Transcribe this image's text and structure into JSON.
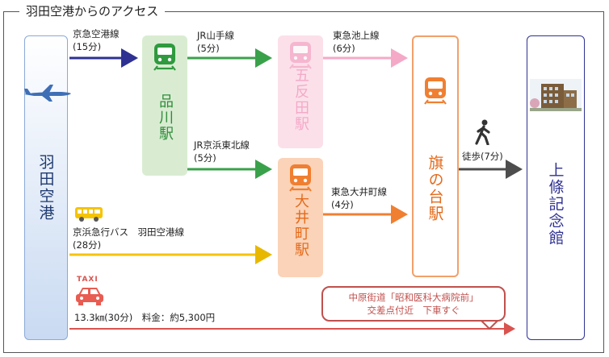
{
  "title": "羽田空港からのアクセス",
  "nodes": {
    "haneda": "羽田空港",
    "shinagawa": "品川駅",
    "gotanda": "五反田駅",
    "oimachi": "大井町駅",
    "hatanodai": "旗の台駅",
    "jojo": "上條記念館"
  },
  "routes": {
    "keikyu_line": "京急空港線",
    "keikyu_time": "(15分)",
    "jr_yamanote": "JR山手線",
    "jr_yamanote_time": "(5分)",
    "jr_keihin": "JR京浜東北線",
    "jr_keihin_time": "(5分)",
    "ikegami": "東急池上線",
    "ikegami_time": "(6分)",
    "oimachi_line": "東急大井町線",
    "oimachi_time": "(4分)",
    "walk": "徒歩(7分)",
    "bus": "京浜急行バス　羽田空港線",
    "bus_time": "(28分)",
    "taxi": "13.3㎞(30分)　料金：約5,300円"
  },
  "note": {
    "line1": "中原街道「昭和医科大病院前」",
    "line2": "交差点付近　下車すぐ"
  },
  "taxi_sign": "TAXI",
  "icons": [
    "airplane-icon",
    "train-icon",
    "bus-icon",
    "taxi-icon",
    "walking-person-icon",
    "building-photo"
  ],
  "colors": {
    "blue": "#2e3192",
    "green": "#3aa14b",
    "pink": "#f4a9c7",
    "orange": "#f07f31",
    "gray": "#4d4d4d",
    "yellow": "#f5c400",
    "red": "#d9534f"
  }
}
